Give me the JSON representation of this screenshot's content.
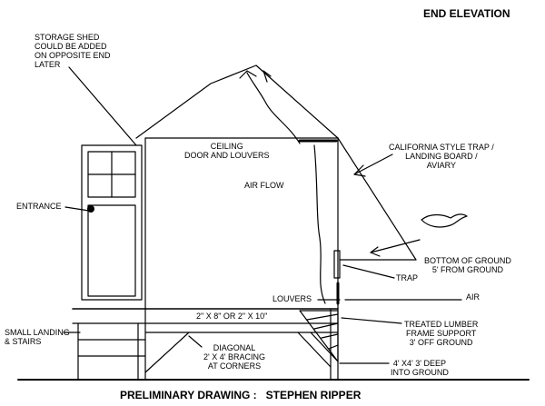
{
  "title": "END ELEVATION",
  "footer": "PRELIMINARY DRAWING :   STEPHEN RIPPER",
  "labels": {
    "storage_shed": "STORAGE SHED\nCOULD BE ADDED\nON OPPOSITE END\nLATER",
    "entrance": "ENTRANCE",
    "ceiling": "CEILING\nDOOR AND LOUVERS",
    "air_flow": "AIR FLOW",
    "california_trap": "CALIFORNIA STYLE TRAP /\nLANDING BOARD /\nAVIARY",
    "bottom_of_ground": "BOTTOM OF GROUND\n5' FROM GROUND",
    "trap": "TRAP",
    "louvers": "LOUVERS",
    "air": "AIR",
    "lumber_size": "2\" X 8\" OR 2\" X 10\"",
    "treated_lumber": "TREATED LUMBER\nFRAME SUPPORT\n3' OFF GROUND",
    "small_landing": "SMALL LANDING\n& STAIRS",
    "diagonal_bracing": "DIAGONAL\n2' X 4' BRACING\nAT CORNERS",
    "posts_deep": "4' X4' 3' DEEP\nINTO GROUND"
  }
}
